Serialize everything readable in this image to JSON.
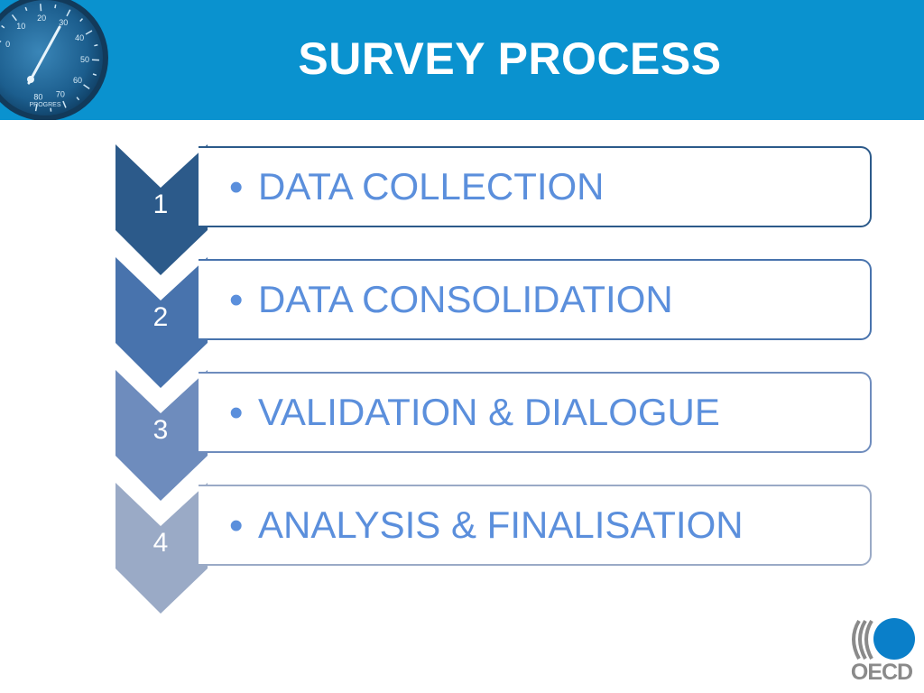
{
  "header": {
    "title": "SURVEY PROCESS",
    "background_color": "#0a92cf",
    "gauge": {
      "brand": "PROGRES",
      "dial_numbers": [
        "0",
        "10",
        "20",
        "30",
        "40",
        "50",
        "60",
        "70",
        "80"
      ]
    }
  },
  "steps": [
    {
      "number": "1",
      "label": "DATA COLLECTION",
      "color": "#2c5a8a",
      "border_color": "#2c5a8a"
    },
    {
      "number": "2",
      "label": "DATA CONSOLIDATION",
      "color": "#4873ad",
      "border_color": "#4873ad"
    },
    {
      "number": "3",
      "label": "VALIDATION & DIALOGUE",
      "color": "#6e8cbd",
      "border_color": "#6e8cbd"
    },
    {
      "number": "4",
      "label": "ANALYSIS & FINALISATION",
      "color": "#9aaac6",
      "border_color": "#9aaac6"
    }
  ],
  "bullet": "•",
  "text_color": "#5b8fdc",
  "logo": {
    "text": "OECD",
    "circle_color": "#0a7fc9"
  }
}
